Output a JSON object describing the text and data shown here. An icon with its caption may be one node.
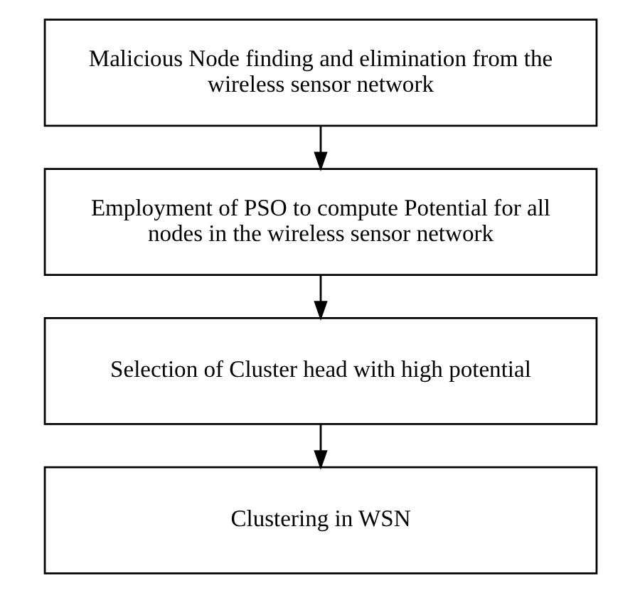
{
  "diagram": {
    "nodes": [
      {
        "text": [
          "Malicious Node finding and elimination from the wireless sensor network"
        ]
      },
      {
        "text": [
          "Employment of PSO to compute Potential for all nodes in the wireless sensor network"
        ]
      },
      {
        "text": [
          "Selection of Cluster head with high potential"
        ]
      },
      {
        "text": [
          "Clustering in WSN"
        ]
      }
    ],
    "edges": [
      {
        "from": 0,
        "to": 1,
        "arrow": "to"
      },
      {
        "from": 1,
        "to": 2,
        "arrow": "to"
      },
      {
        "from": 2,
        "to": 3,
        "arrow": "to"
      }
    ]
  }
}
